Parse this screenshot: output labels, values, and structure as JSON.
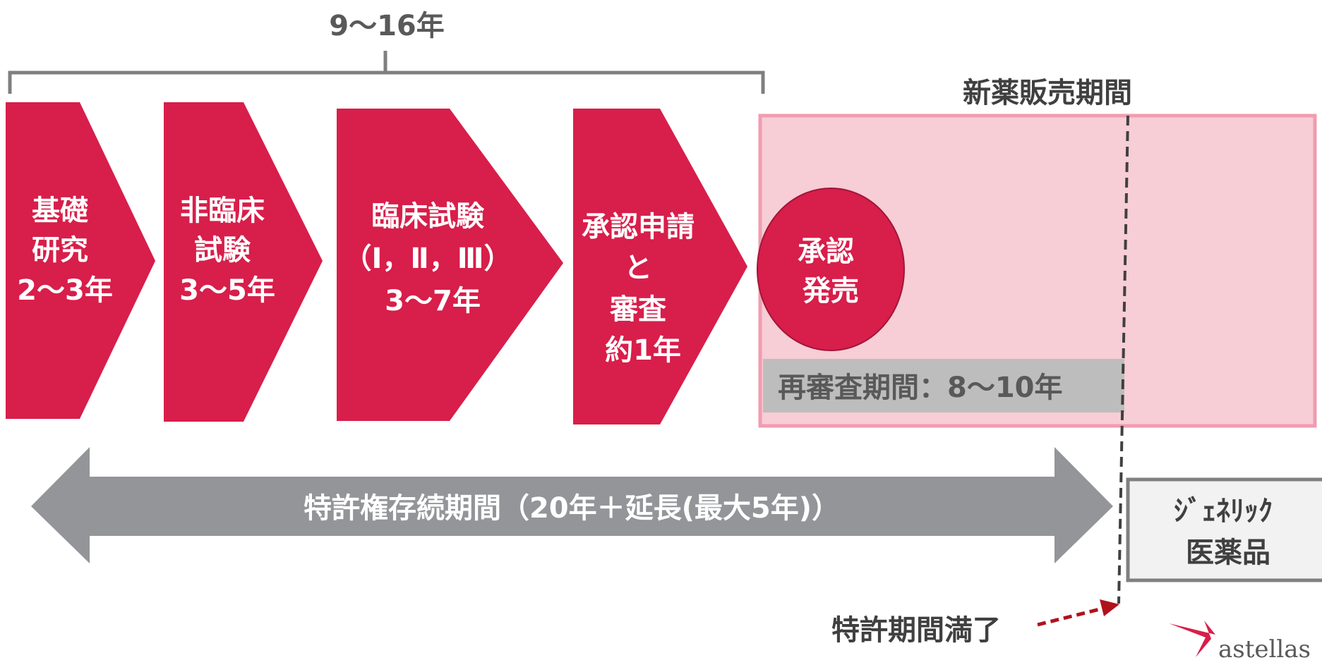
{
  "timeline": {
    "duration_label": "9〜16年"
  },
  "phases": [
    {
      "lines": [
        "基礎",
        "研究",
        "2〜3年"
      ]
    },
    {
      "lines": [
        "非臨床",
        "試験",
        "3〜5年"
      ]
    },
    {
      "lines": [
        "臨床試験",
        "（Ⅰ，Ⅱ，Ⅲ）",
        "3〜7年"
      ]
    },
    {
      "lines": [
        "承認申請",
        "と",
        "審査",
        "約1年"
      ]
    }
  ],
  "market": {
    "title": "新薬販売期間",
    "approval_lines": [
      "承認",
      "発売"
    ],
    "reexamination_label": "再審査期間：8〜10年"
  },
  "patent": {
    "arrow_label": "特許権存続期間（20年＋延長(最大5年)）",
    "expiry_label": "特許期間満了"
  },
  "generic": {
    "lines": [
      "ｼﾞｪﾈﾘｯｸ",
      "医薬品"
    ]
  },
  "logo": {
    "text": "astellas"
  },
  "colors": {
    "phase_red": "#d81e4a",
    "market_pink": "#f7cdd6",
    "market_border": "#f09cb0",
    "patent_gray": "#939598",
    "reexam_gray": "#bdbdbd",
    "bracket_gray": "#7f7f7f",
    "expiry_arrow": "#b0121c"
  }
}
